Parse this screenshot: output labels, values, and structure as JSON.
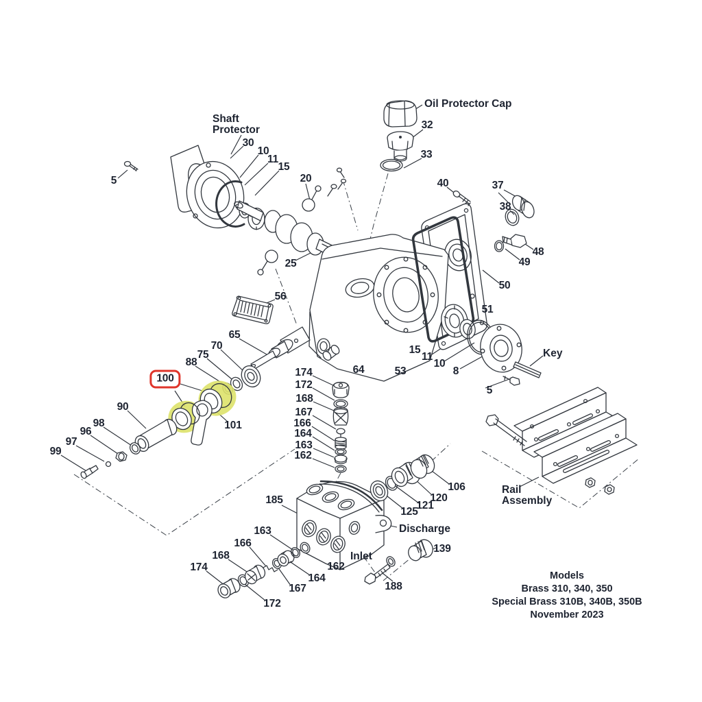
{
  "diagram": {
    "type": "exploded-parts-diagram",
    "subject": "Triplex plunger pump exploded parts view",
    "colors": {
      "line": "#32373e",
      "label_text": "#1d2330",
      "selection_box": "#df342a",
      "part_highlight": "#dde26a",
      "background": "#ffffff"
    },
    "named_labels": {
      "shaft_protector": {
        "line1": "Shaft",
        "line2": "Protector"
      },
      "oil_protector_cap": {
        "text": "Oil Protector Cap"
      },
      "key": {
        "text": "Key"
      },
      "discharge": {
        "text": "Discharge"
      },
      "inlet": {
        "text": "Inlet"
      },
      "rail_assembly": {
        "line1": "Rail",
        "line2": "Assembly"
      }
    },
    "footer": {
      "line1": "Models",
      "line2": "Brass 310, 340, 350",
      "line3": "Special Brass 310B, 340B, 350B",
      "line4": "November 2023"
    },
    "callouts": [
      {
        "label": "5"
      },
      {
        "label": "30"
      },
      {
        "label": "10"
      },
      {
        "label": "11"
      },
      {
        "label": "15"
      },
      {
        "label": "20"
      },
      {
        "label": "25"
      },
      {
        "label": "32"
      },
      {
        "label": "33"
      },
      {
        "label": "40"
      },
      {
        "label": "37"
      },
      {
        "label": "38"
      },
      {
        "label": "48"
      },
      {
        "label": "49"
      },
      {
        "label": "50"
      },
      {
        "label": "51"
      },
      {
        "label": "56"
      },
      {
        "label": "65"
      },
      {
        "label": "70"
      },
      {
        "label": "75"
      },
      {
        "label": "88"
      },
      {
        "label": "100",
        "highlighted": true
      },
      {
        "label": "90"
      },
      {
        "label": "98"
      },
      {
        "label": "96"
      },
      {
        "label": "97"
      },
      {
        "label": "99"
      },
      {
        "label": "101"
      },
      {
        "label": "64"
      },
      {
        "label": "53"
      },
      {
        "label": "15"
      },
      {
        "label": "11"
      },
      {
        "label": "10"
      },
      {
        "label": "8"
      },
      {
        "label": "5"
      },
      {
        "label": "174"
      },
      {
        "label": "172"
      },
      {
        "label": "168"
      },
      {
        "label": "167"
      },
      {
        "label": "166"
      },
      {
        "label": "164"
      },
      {
        "label": "163"
      },
      {
        "label": "162"
      },
      {
        "label": "106"
      },
      {
        "label": "120"
      },
      {
        "label": "121"
      },
      {
        "label": "125"
      },
      {
        "label": "185"
      },
      {
        "label": "163"
      },
      {
        "label": "166"
      },
      {
        "label": "168"
      },
      {
        "label": "174"
      },
      {
        "label": "162"
      },
      {
        "label": "164"
      },
      {
        "label": "167"
      },
      {
        "label": "172"
      },
      {
        "label": "139"
      },
      {
        "label": "188"
      }
    ]
  }
}
